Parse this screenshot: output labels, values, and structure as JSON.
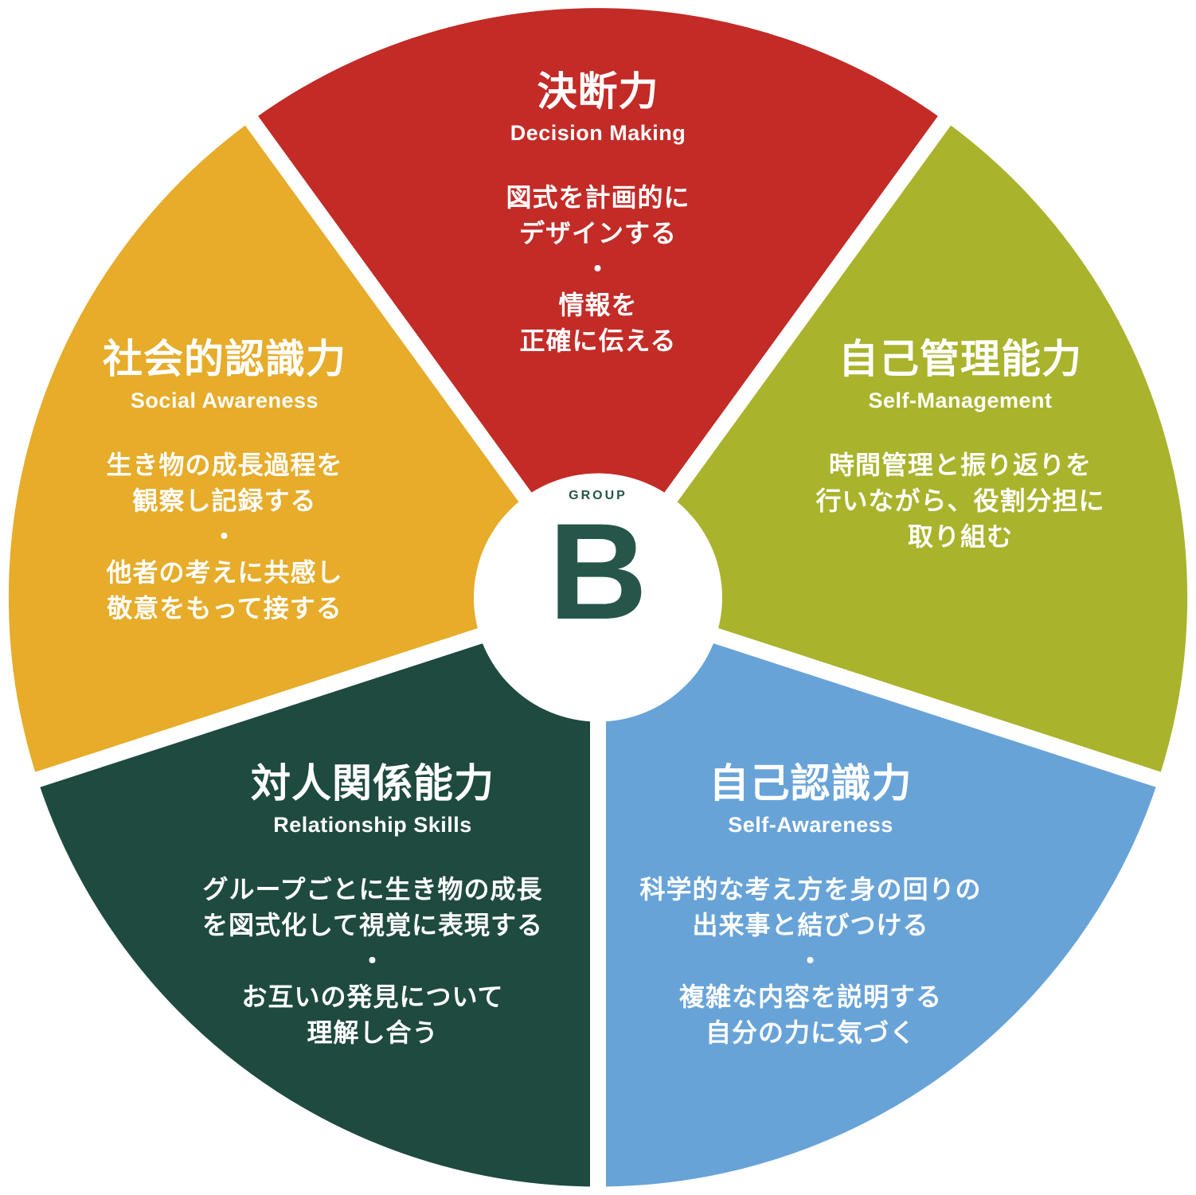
{
  "title": "Group B competency wheel",
  "background_color": "#ffffff",
  "center": {
    "eyebrow": "GROUP",
    "letter": "B",
    "text_color": "#26564a",
    "circle_color": "#ffffff"
  },
  "segments": [
    {
      "name": "decision-making",
      "position": "top",
      "color": "#c32b27",
      "title": "決断力",
      "subtitle": "Decision Making",
      "body": "図式を計画的に\nデザインする\n・\n情報を\n正確に伝える"
    },
    {
      "name": "self-management",
      "position": "upper-right",
      "color": "#a9b32c",
      "title": "自己管理能力",
      "subtitle": "Self-Management",
      "body": "時間管理と振り返りを\n行いながら、役割分担に\n取り組む"
    },
    {
      "name": "self-awareness",
      "position": "lower-right",
      "color": "#68a3d8",
      "title": "自己認識力",
      "subtitle": "Self-Awareness",
      "body": "科学的な考え方を身の回りの\n出来事と結びつける\n・\n複雑な内容を説明する\n自分の力に気づく"
    },
    {
      "name": "relationship-skills",
      "position": "lower-left",
      "color": "#1e4a40",
      "title": "対人関係能力",
      "subtitle": "Relationship Skills",
      "body": "グループごとに生き物の成長\nを図式化して視覚に表現する\n・\nお互いの発見について\n理解し合う"
    },
    {
      "name": "social-awareness",
      "position": "upper-left",
      "color": "#e6ac2a",
      "title": "社会的認識力",
      "subtitle": "Social Awareness",
      "body": "生き物の成長過程を\n観察し記録する\n・\n他者の考えに共感し\n敬意をもって接する"
    }
  ]
}
